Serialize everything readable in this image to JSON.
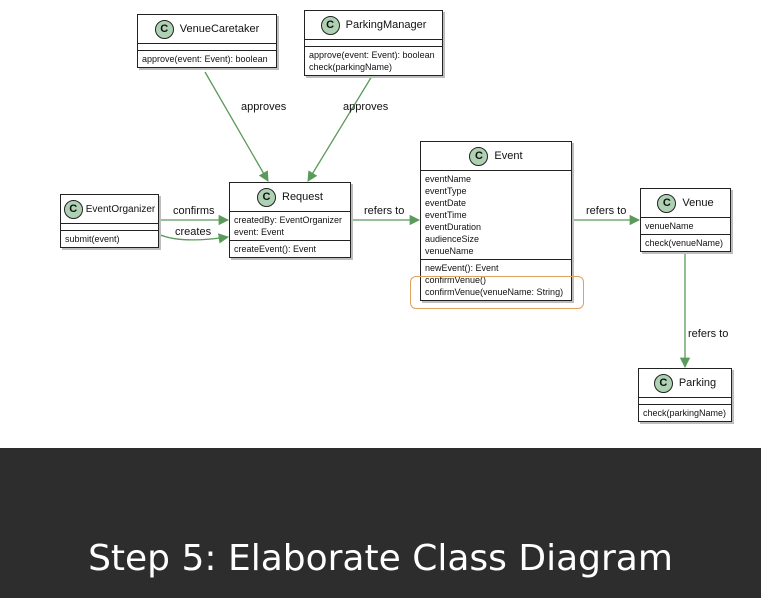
{
  "diagram": {
    "classes": {
      "venue_caretaker": {
        "name": "VenueCaretaker",
        "icon": "C",
        "methods": [
          "approve(event: Event): boolean"
        ]
      },
      "parking_manager": {
        "name": "ParkingManager",
        "icon": "C",
        "methods": [
          "approve(event: Event): boolean",
          "check(parkingName)"
        ]
      },
      "event_organizer": {
        "name": "EventOrganizer",
        "icon": "C",
        "methods": [
          "submit(event)"
        ]
      },
      "request": {
        "name": "Request",
        "icon": "C",
        "attributes": [
          "createdBy: EventOrganizer",
          "event: Event"
        ],
        "methods": [
          "createEvent(): Event"
        ]
      },
      "event": {
        "name": "Event",
        "icon": "C",
        "attributes": [
          "eventName",
          "eventType",
          "eventDate",
          "eventTime",
          "eventDuration",
          "audienceSize",
          "venueName"
        ],
        "methods": [
          "newEvent(): Event",
          "confirmVenue()",
          "confirmVenue(venueName: String)"
        ]
      },
      "venue": {
        "name": "Venue",
        "icon": "C",
        "attributes": [
          "venueName"
        ],
        "methods": [
          "check(venueName)"
        ]
      },
      "parking": {
        "name": "Parking",
        "icon": "C",
        "methods": [
          "check(parkingName)"
        ]
      }
    },
    "relations": {
      "caretaker_approves": "approves",
      "manager_approves": "approves",
      "organizer_confirms": "confirms",
      "organizer_creates": "creates",
      "request_refers": "refers to",
      "event_refers": "refers to",
      "venue_refers": "refers to"
    },
    "colors": {
      "arrow": "#5a9a5a",
      "class_icon": "#add1b2",
      "highlight": "#e0a060",
      "banner": "#2d2d2d"
    }
  },
  "banner": {
    "title": "Step 5: Elaborate Class Diagram"
  }
}
